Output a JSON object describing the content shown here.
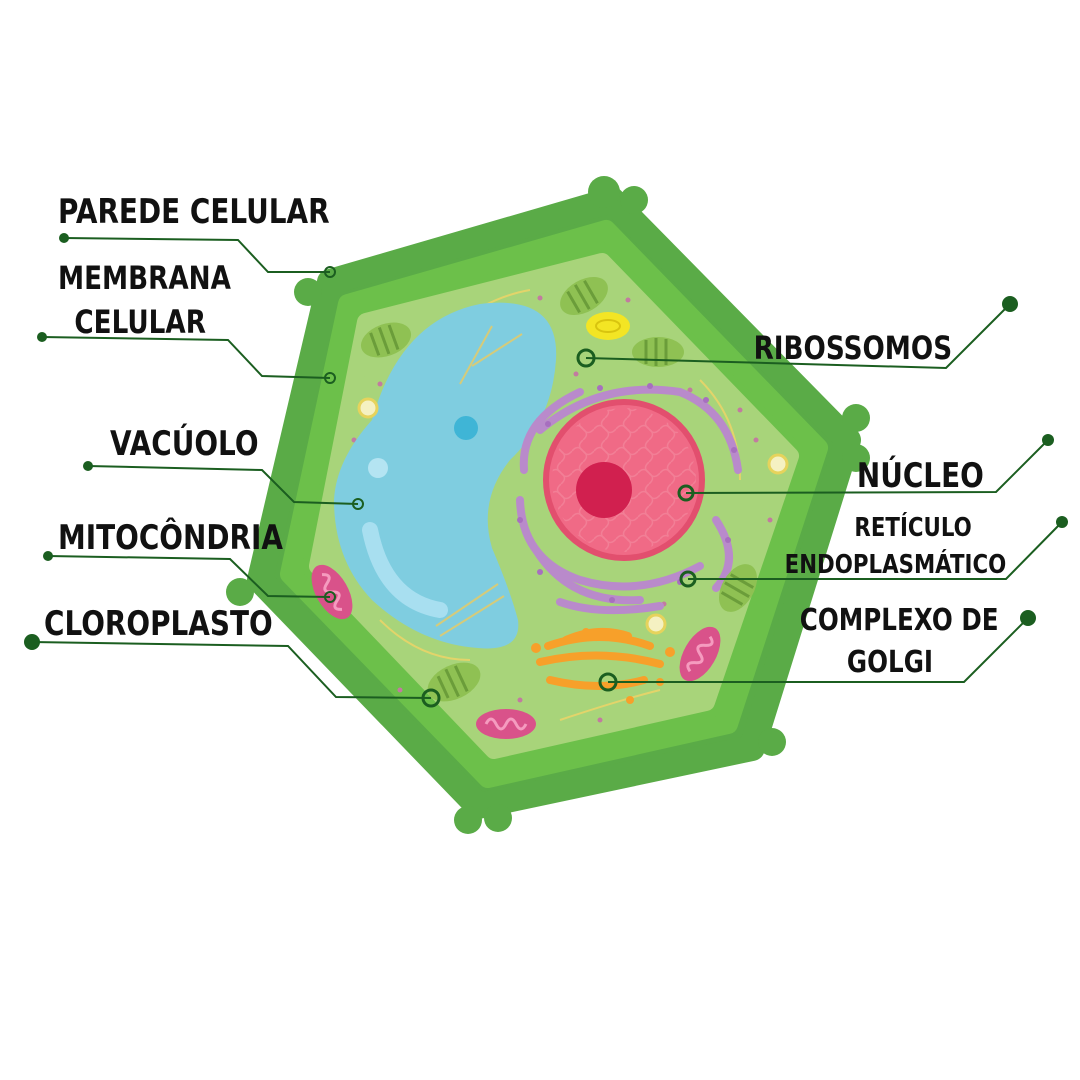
{
  "labels": {
    "parede_celular": "PAREDE CELULAR",
    "membrana_celular": [
      "MEMBRANA",
      "CELULAR"
    ],
    "vacuolo": "VACÚOLO",
    "mitocondria": "MITOCÔNDRIA",
    "cloroplasto": "CLOROPLASTO",
    "ribossomos": "RIBOSSOMOS",
    "nucleo": "NÚCLEO",
    "reticulo_endoplasmatico": [
      "RETÍCULO",
      "ENDOPLASMÁTICO"
    ],
    "complexo_de_golgi": [
      "COMPLEXO DE",
      "GOLGI"
    ]
  },
  "colors": {
    "leader_line": "#1b5e20",
    "cell_wall": "#5aab47",
    "membrane": "#6cc04a",
    "cytoplasm": "#a8d47a",
    "vacuole": "#7fcde0",
    "nucleus": "#f06a86",
    "nucleolus": "#d1204f",
    "reticulum": "#b98acb",
    "golgi": "#f7a02a",
    "chloroplast": "#8fc153",
    "mitochondria": "#d9528a",
    "label_text": "#111111"
  }
}
